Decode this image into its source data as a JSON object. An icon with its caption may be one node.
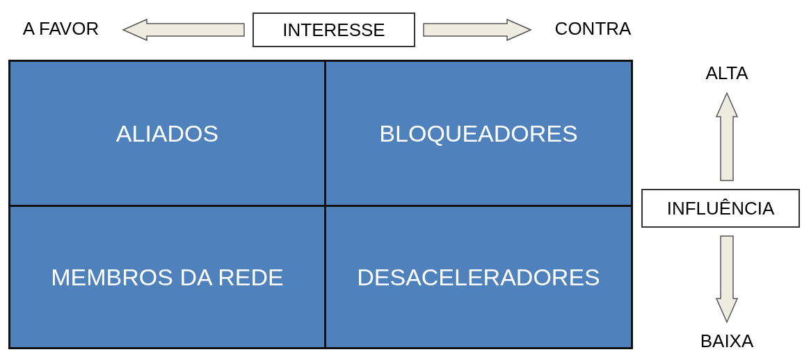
{
  "diagram": {
    "nodes": [
      {
        "text": [
          "INTERESSE"
        ]
      },
      {
        "text": [
          "A FAVOR"
        ]
      },
      {
        "text": [
          "CONTRA"
        ]
      },
      {
        "text": [
          "ALIADOS"
        ]
      },
      {
        "text": [
          "BLOQUEADORES"
        ]
      },
      {
        "text": [
          "MEMBROS DA REDE"
        ]
      },
      {
        "text": [
          "DESACELERADORES"
        ]
      },
      {
        "text": [
          "ALTA"
        ]
      },
      {
        "text": [
          "INFLUÊNCIA"
        ]
      },
      {
        "text": [
          "BAIXA"
        ]
      }
    ],
    "edges": [
      {
        "from": 0,
        "to": 1,
        "arrow": "to"
      },
      {
        "from": 0,
        "to": 2,
        "arrow": "to"
      },
      {
        "from": 8,
        "to": 7,
        "arrow": "to"
      },
      {
        "from": 8,
        "to": 9,
        "arrow": "to"
      }
    ]
  }
}
